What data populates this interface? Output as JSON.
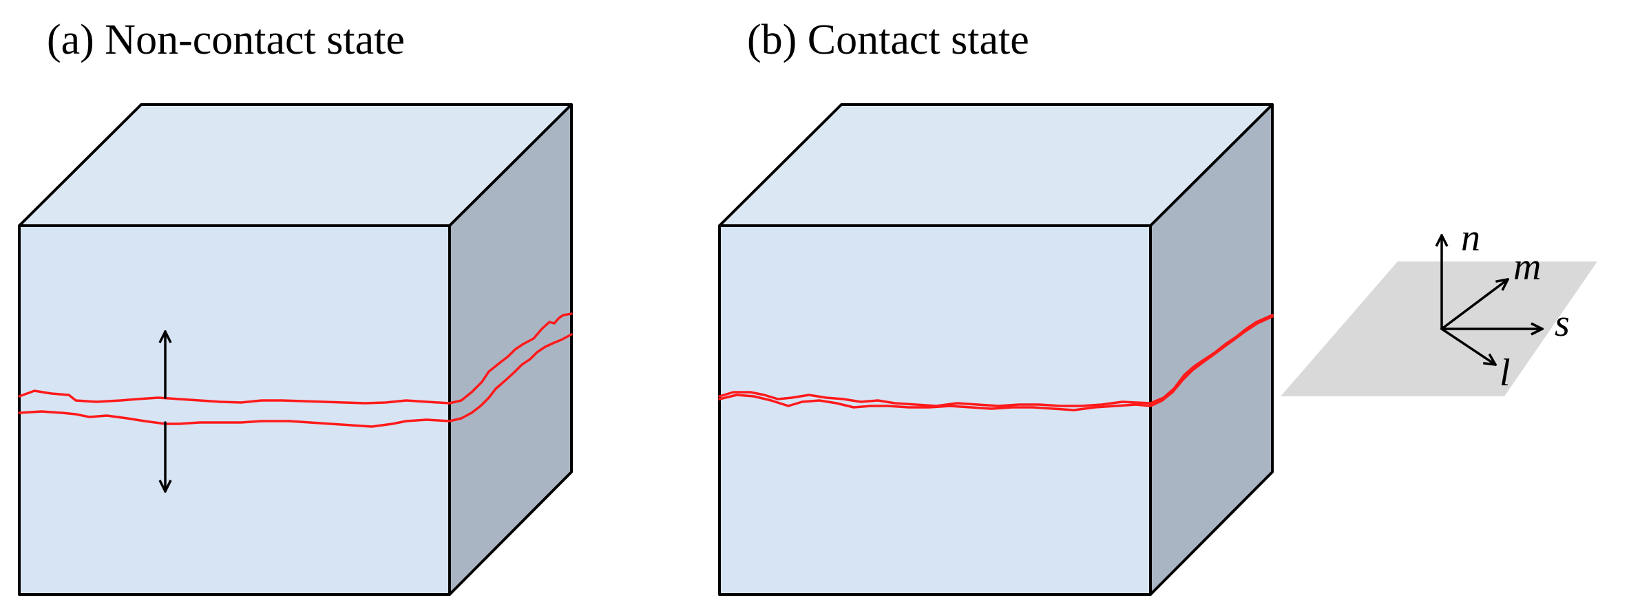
{
  "panels": {
    "a": {
      "title": "(a) Non-contact state"
    },
    "b": {
      "title": "(b) Contact state"
    }
  },
  "axes": {
    "n": "n",
    "m": "m",
    "s": "s",
    "l": "l"
  },
  "colors": {
    "front_face": "#d7e4f3",
    "top_face": "#dce7f4",
    "side_face": "#aab5c4",
    "crack": "#ff1a1a",
    "plane": "#d9d9d9",
    "edge": "#000000"
  }
}
